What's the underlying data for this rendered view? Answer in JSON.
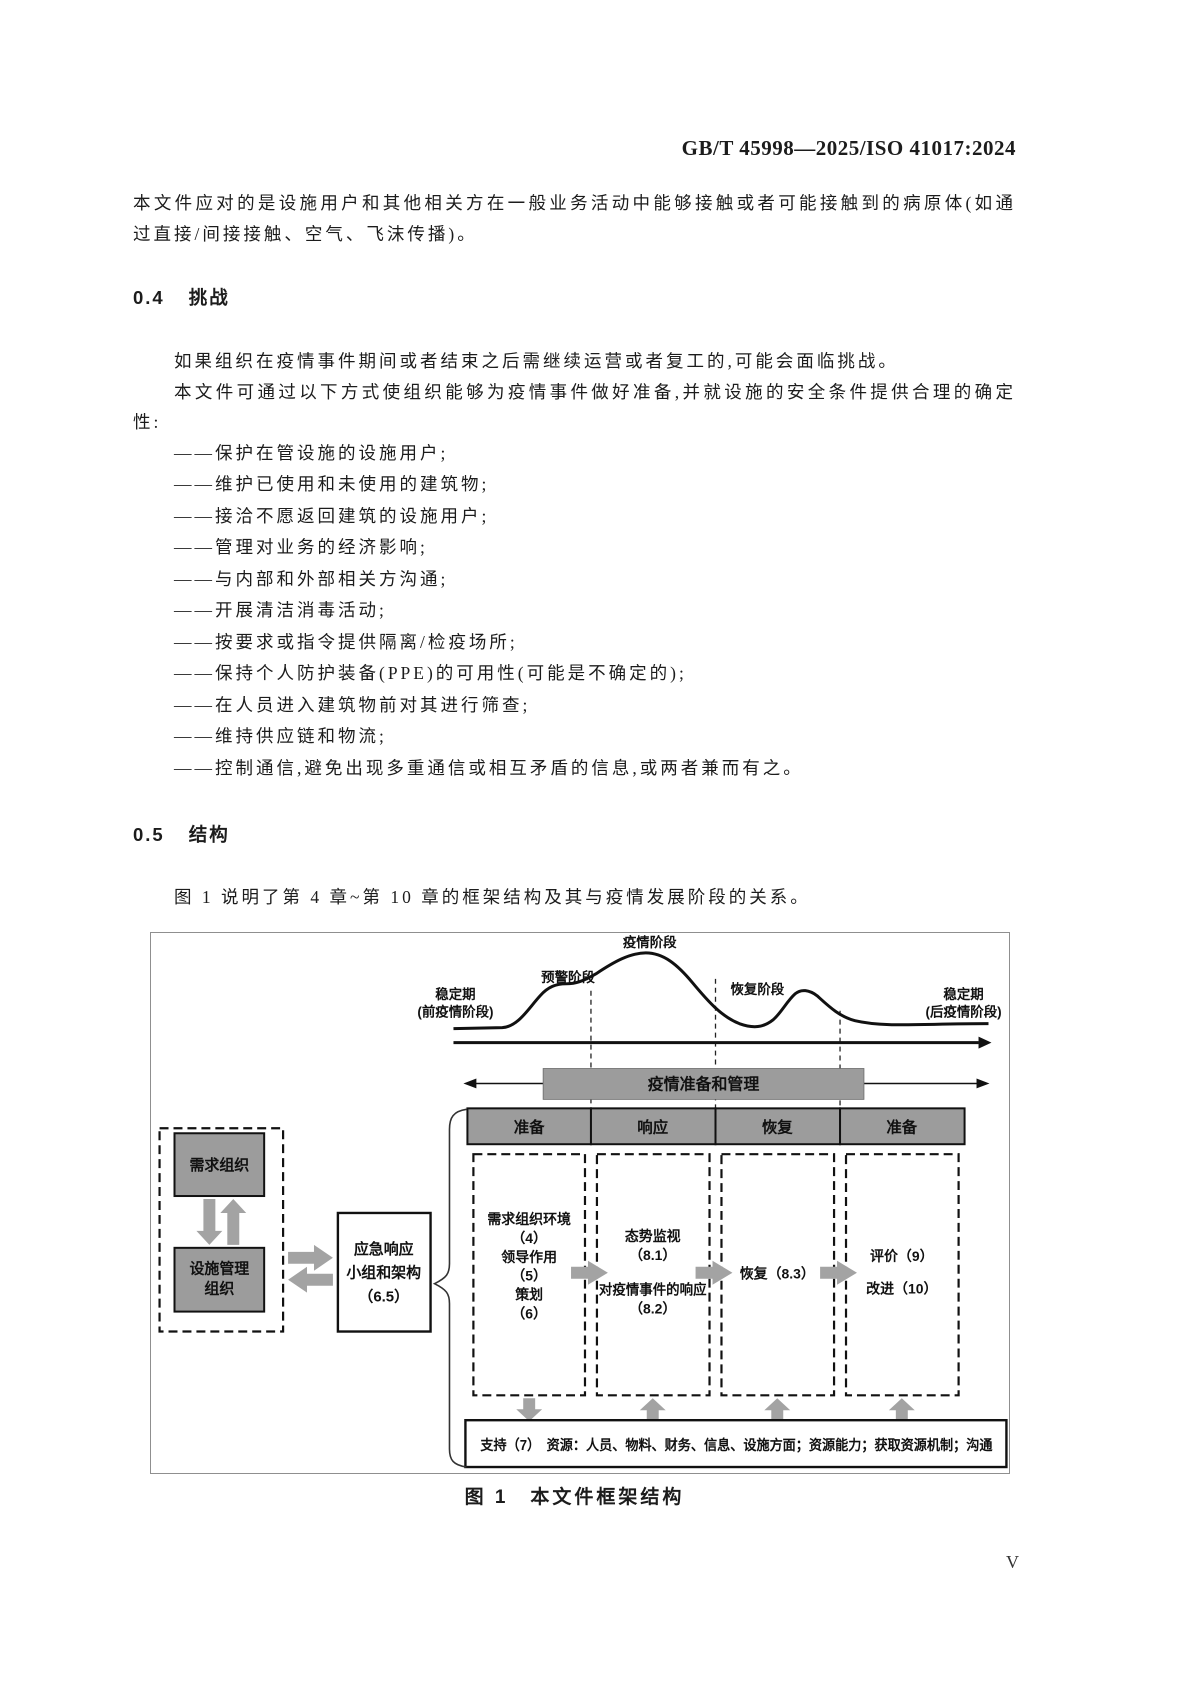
{
  "header": {
    "code": "GB/T 45998—2025/ISO 41017:2024"
  },
  "page_number": "V",
  "intro_paragraph": "本文件应对的是设施用户和其他相关方在一般业务活动中能够接触或者可能接触到的病原体(如通过直接/间接接触、空气、飞沫传播)。",
  "section_04": {
    "number": "0.4",
    "title": "挑战",
    "para1": "如果组织在疫情事件期间或者结束之后需继续运营或者复工的,可能会面临挑战。",
    "para2": "本文件可通过以下方式使组织能够为疫情事件做好准备,并就设施的安全条件提供合理的确定性:",
    "items": [
      "——保护在管设施的设施用户;",
      "——维护已使用和未使用的建筑物;",
      "——接洽不愿返回建筑的设施用户;",
      "——管理对业务的经济影响;",
      "——与内部和外部相关方沟通;",
      "——开展清洁消毒活动;",
      "——按要求或指令提供隔离/检疫场所;",
      "——保持个人防护装备(PPE)的可用性(可能是不确定的);",
      "——在人员进入建筑物前对其进行筛查;",
      "——维持供应链和物流;",
      "——控制通信,避免出现多重通信或相互矛盾的信息,或两者兼而有之。"
    ]
  },
  "section_05": {
    "number": "0.5",
    "title": "结构",
    "para1": "图 1 说明了第 4 章~第 10 章的框架结构及其与疫情发展阶段的关系。"
  },
  "figure": {
    "caption": "图 1　本文件框架结构",
    "curve": {
      "stable_pre_1": "稳定期",
      "stable_pre_2": "(前疫情阶段)",
      "alert": "预警阶段",
      "epidemic": "疫情阶段",
      "recovery": "恢复阶段",
      "stable_post_1": "稳定期",
      "stable_post_2": "(后疫情阶段)"
    },
    "mgmt_bar": "疫情准备和管理",
    "phase_headers": [
      "准备",
      "响应",
      "恢复",
      "准备"
    ],
    "org_group": {
      "demand_org": "需求组织",
      "fm_org_1": "设施管理",
      "fm_org_2": "组织",
      "ert_1": "应急响应",
      "ert_2": "小组和架构",
      "ert_3": "（6.5）"
    },
    "boxes": {
      "prepare": [
        "需求组织环境",
        "（4）",
        "领导作用",
        "（5）",
        "策划",
        "（6）"
      ],
      "respond": [
        "态势监视",
        "（8.1）",
        "对疫情事件的响应",
        "（8.2）"
      ],
      "recover": [
        "恢复（8.3）"
      ],
      "prepare2": [
        "评价（9）",
        "改进（10）"
      ]
    },
    "support_bar": "支持（7）　资源：人员、物料、财务、信息、设施方面；资源能力；获取资源机制；沟通"
  },
  "colors": {
    "box_gray": "#9c9c9c",
    "arrow_gray": "#a3a3a3"
  }
}
